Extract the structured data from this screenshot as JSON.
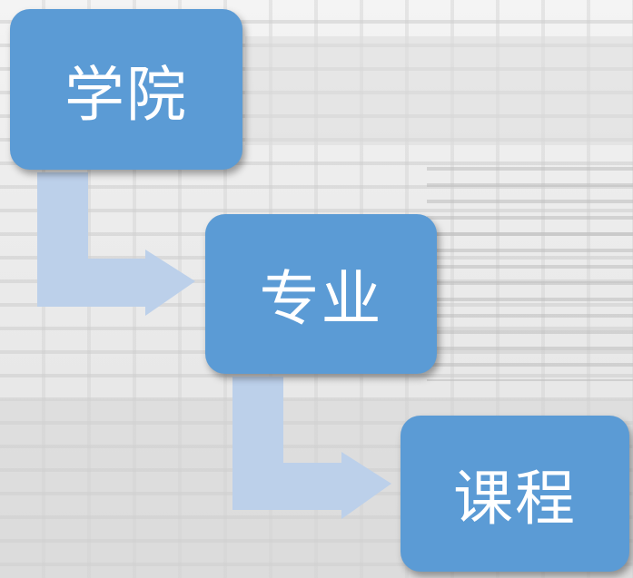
{
  "diagram": {
    "nodes": [
      {
        "label": "学院"
      },
      {
        "label": "专业"
      },
      {
        "label": "课程"
      }
    ],
    "colors": {
      "node_fill": "#5b9bd5",
      "node_text": "#ffffff",
      "arrow_fill": "#bcd0ea"
    }
  }
}
